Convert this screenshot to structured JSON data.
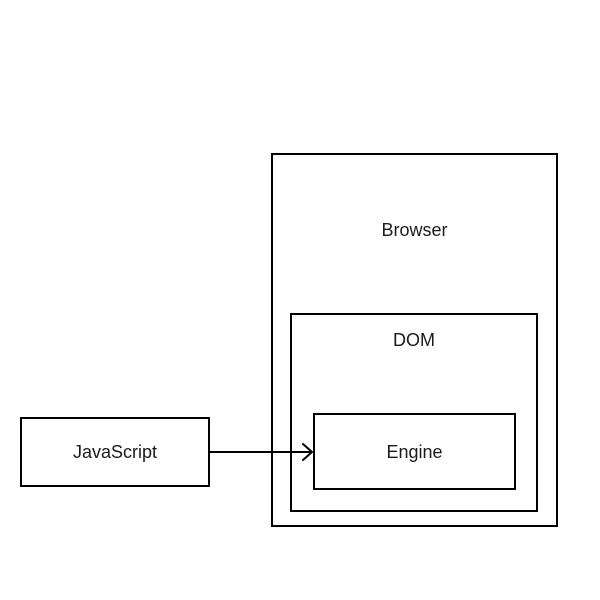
{
  "diagram": {
    "nodes": {
      "javascript": {
        "label": "JavaScript"
      },
      "browser": {
        "label": "Browser"
      },
      "dom": {
        "label": "DOM"
      },
      "engine": {
        "label": "Engine"
      }
    },
    "edges": [
      {
        "from": "JavaScript",
        "to": "Engine",
        "type": "arrow",
        "direction": "right"
      }
    ],
    "colors": {
      "stroke": "#000000",
      "text": "#1a1a1a",
      "canvas_background": "#ffffff"
    }
  }
}
